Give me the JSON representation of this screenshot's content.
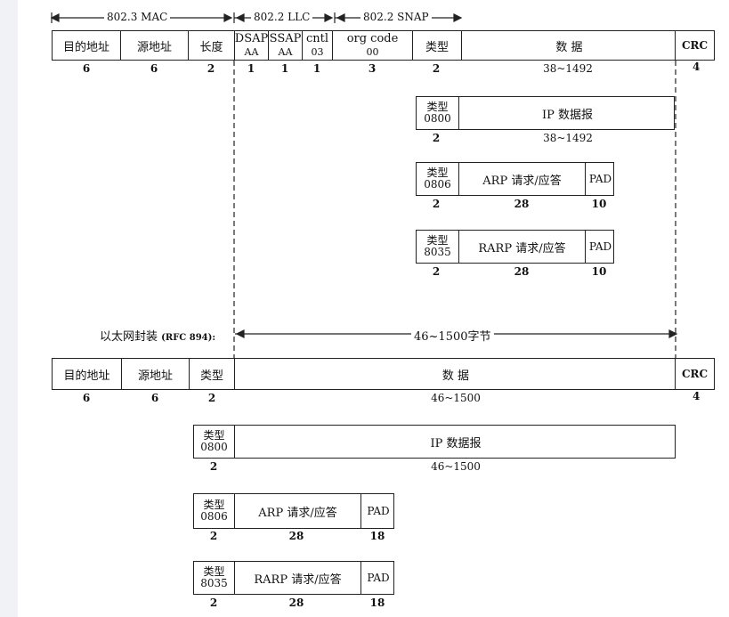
{
  "header": {
    "mac": "802.3 MAC",
    "llc": "802.2 LLC",
    "snap": "802.2 SNAP"
  },
  "frame1": {
    "fields": [
      "目的地址",
      "源地址",
      "长度",
      "DSAP",
      "SSAP",
      "cntl",
      "org code",
      "类型",
      "数  据",
      "CRC"
    ],
    "sub": {
      "dsap": "AA",
      "ssap": "AA",
      "cntl": "03",
      "org": "00"
    },
    "sizes": [
      "6",
      "6",
      "2",
      "1",
      "1",
      "1",
      "3",
      "2",
      "38~1492",
      "4"
    ]
  },
  "enc1": {
    "ip": {
      "type_label": "类型",
      "type_code": "0800",
      "body": "IP 数据报",
      "size_type": "2",
      "size_body": "38~1492"
    },
    "arp": {
      "type_label": "类型",
      "type_code": "0806",
      "body": "ARP 请求/应答",
      "pad": "PAD",
      "size_type": "2",
      "size_body": "28",
      "size_pad": "10"
    },
    "rarp": {
      "type_label": "类型",
      "type_code": "8035",
      "body": "RARP 请求/应答",
      "pad": "PAD",
      "size_type": "2",
      "size_body": "28",
      "size_pad": "10"
    }
  },
  "ethernet": {
    "label": "以太网封装",
    "rfc": "(RFC 894):",
    "range": "46~1500字节",
    "fields": [
      "目的地址",
      "源地址",
      "类型",
      "数  据",
      "CRC"
    ],
    "sizes": [
      "6",
      "6",
      "2",
      "46~1500",
      "4"
    ]
  },
  "enc2": {
    "ip": {
      "type_label": "类型",
      "type_code": "0800",
      "body": "IP 数据报",
      "size_type": "2",
      "size_body": "46~1500"
    },
    "arp": {
      "type_label": "类型",
      "type_code": "0806",
      "body": "ARP 请求/应答",
      "pad": "PAD",
      "size_type": "2",
      "size_body": "28",
      "size_pad": "18"
    },
    "rarp": {
      "type_label": "类型",
      "type_code": "8035",
      "body": "RARP 请求/应答",
      "pad": "PAD",
      "size_type": "2",
      "size_body": "28",
      "size_pad": "18"
    }
  }
}
